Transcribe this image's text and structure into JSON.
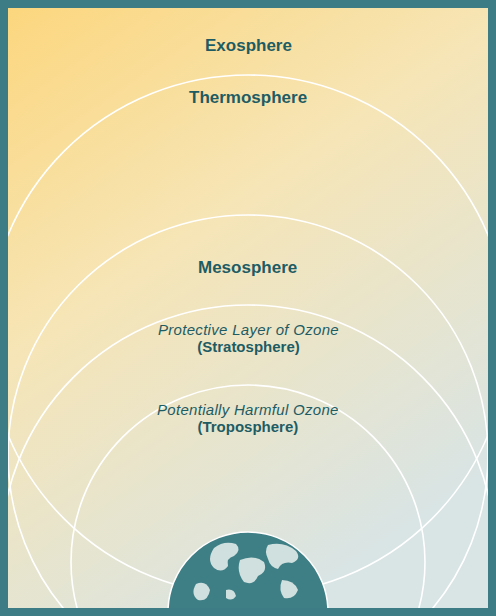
{
  "diagram": {
    "nodes": [
      {
        "text": [
          "Exosphere"
        ]
      },
      {
        "text": [
          "Thermosphere"
        ]
      },
      {
        "text": [
          "Mesosphere"
        ]
      },
      {
        "text": [
          "Protective Layer of Ozone",
          "(Stratosphere)"
        ]
      },
      {
        "text": [
          "Potentially Harmful Ozone",
          "(Troposphere)"
        ]
      }
    ]
  }
}
